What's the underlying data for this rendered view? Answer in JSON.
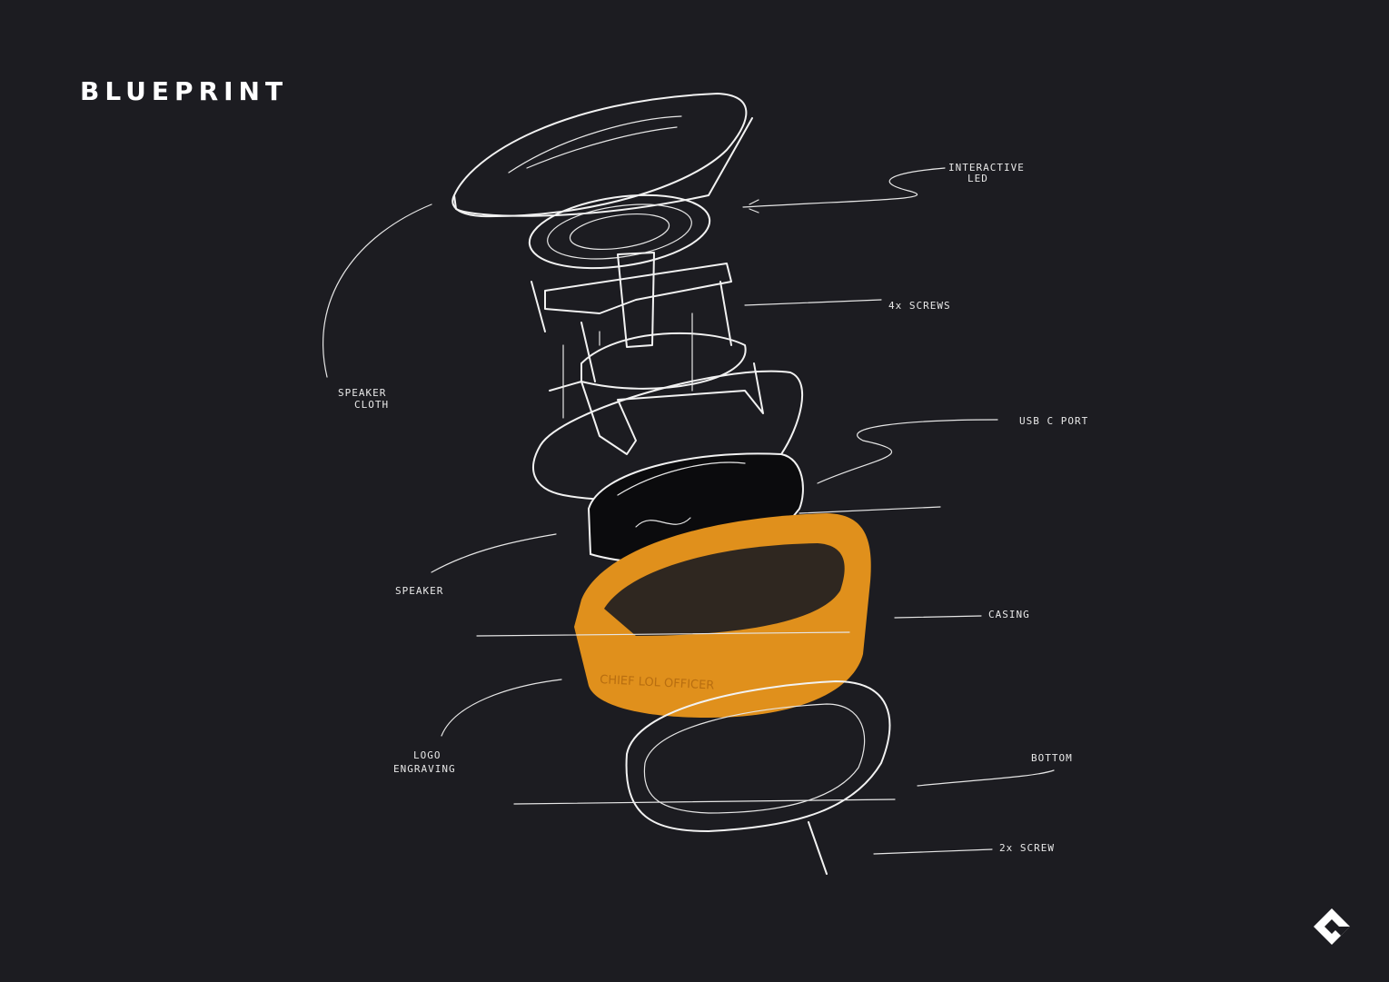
{
  "title": "BLUEPRINT",
  "labels": {
    "interactive_led": [
      "INTERACTIVE",
      "LED"
    ],
    "screws_4x": "4x SCREWS",
    "usbc_port": "USB C PORT",
    "speaker_cloth": [
      "SPEAKER",
      "CLOTH"
    ],
    "speaker": "SPEAKER",
    "casing": "CASING",
    "logo_engraving": [
      "LOGO",
      "ENGRAVING"
    ],
    "bottom": "BOTTOM",
    "screw_2x": "2x SCREW"
  },
  "engraving": "CHIEF LOL OFFICER",
  "colors": {
    "background": "#1c1c21",
    "sketch": "#f2f2f2",
    "casing": "#e0901c"
  },
  "icons": {
    "brand_logo": "diamond-logo-icon"
  }
}
